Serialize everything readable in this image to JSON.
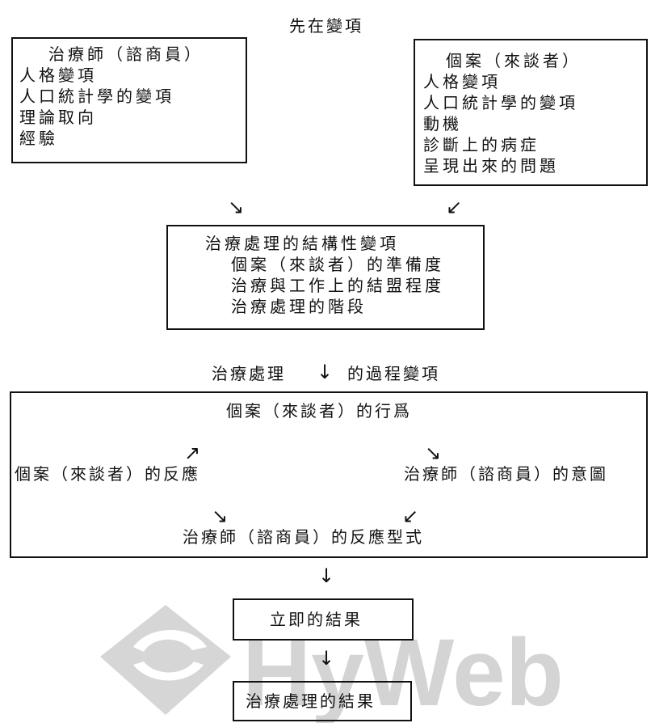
{
  "title": "先在變項",
  "therapist_box": {
    "heading": "治療師（諮商員）",
    "items": [
      "人格變項",
      "人口統計學的變項",
      "理論取向",
      "經驗"
    ]
  },
  "client_box": {
    "heading": "個案（來談者）",
    "items": [
      "人格變項",
      "人口統計學的變項",
      "動機",
      "診斷上的病症",
      "呈現出來的問題"
    ]
  },
  "structural_box": {
    "heading": "治療處理的結構性變項",
    "items": [
      "個案（來談者）的準備度",
      "治療與工作上的結盟程度",
      "治療處理的階段"
    ]
  },
  "process_label": {
    "left": "治療處理",
    "right": "的過程變項"
  },
  "process_box": {
    "client_behavior": "個案（來談者）的行爲",
    "client_reaction": "個案（來談者）的反應",
    "therapist_intention": "治療師（諮商員）的意圖",
    "therapist_response": "治療師（諮商員）的反應型式"
  },
  "immediate_outcome": "立即的結果",
  "treatment_outcome": "治療處理的結果",
  "watermark": {
    "text": "HyWeb",
    "color": "#d4d4d4"
  }
}
